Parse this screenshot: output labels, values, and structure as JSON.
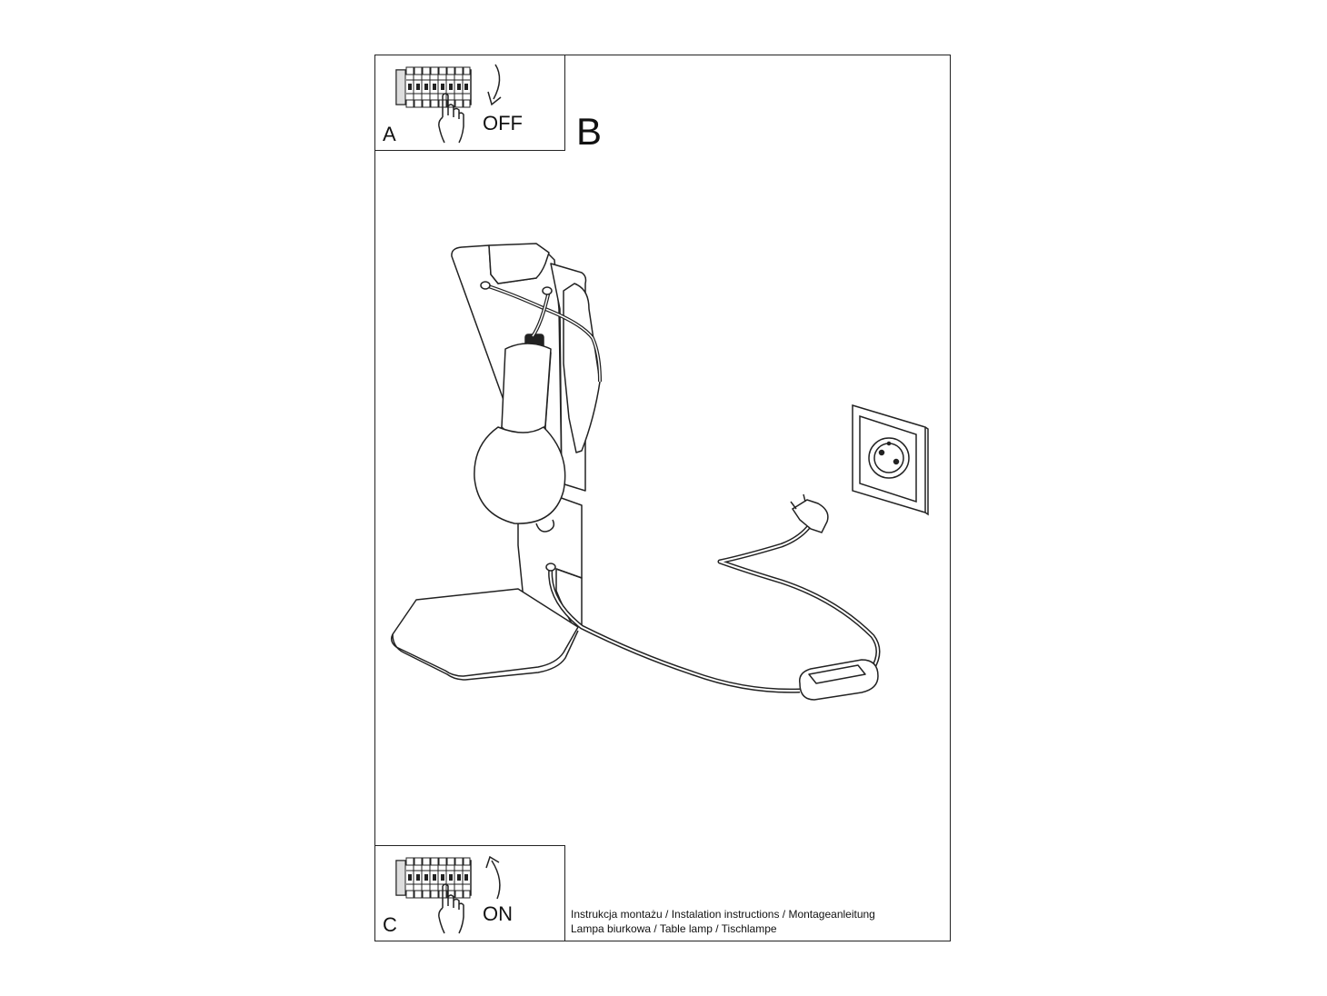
{
  "steps": {
    "a": {
      "letter": "A",
      "state": "OFF"
    },
    "b": {
      "letter": "B"
    },
    "c": {
      "letter": "C",
      "state": "ON"
    }
  },
  "caption": {
    "line1": "Instrukcja montażu / Instalation instructions / Montageanleitung",
    "line2": "Lampa biurkowa / Table lamp / Tischlampe"
  },
  "colors": {
    "line": "#222222",
    "background": "#ffffff"
  },
  "icons": [
    "circuit-breaker-icon",
    "hand-icon",
    "arrow-down-icon",
    "arrow-up-icon",
    "wall-socket-icon",
    "plug-icon",
    "table-lamp-illustration"
  ]
}
